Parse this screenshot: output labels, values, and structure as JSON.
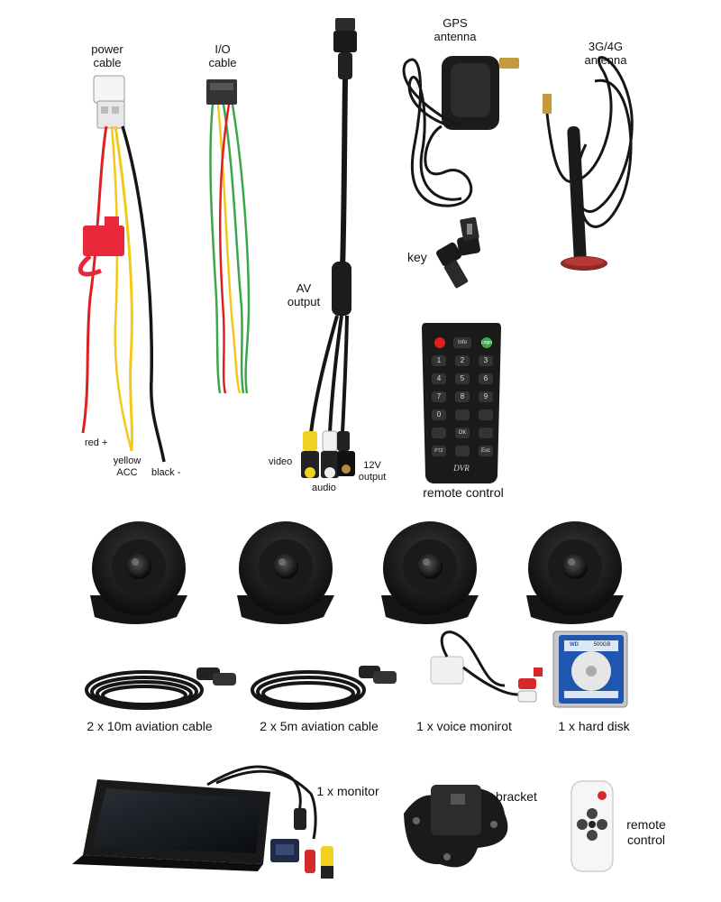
{
  "labels": {
    "power_cable_1": "power",
    "power_cable_2": "cable",
    "io_cable_1": "I/O",
    "io_cable_2": "cable",
    "gps_1": "GPS",
    "gps_2": "antenna",
    "lte_1": "3G/4G",
    "lte_2": "antenna",
    "red": "red +",
    "yellow_1": "yellow",
    "yellow_2": "ACC",
    "black": "black -",
    "av_1": "AV",
    "av_2": "output",
    "video": "video",
    "audio": "audio",
    "v12_1": "12V",
    "v12_2": "output",
    "key": "key",
    "remote": "remote control",
    "cable10": "2 x 10m aviation cable",
    "cable5": "2 x 5m aviation cable",
    "voice": "1 x voice monirot",
    "hdd": "1 x hard disk",
    "monitor": "1 x monitor",
    "bracket": "bracket",
    "remote2_1": "remote",
    "remote2_2": "control"
  },
  "remote_keys": {
    "info": "Info",
    "login": "Login",
    "n1": "1",
    "n2": "2",
    "n3": "3",
    "n4": "4",
    "n5": "5",
    "n6": "6",
    "n7": "7",
    "n8": "8",
    "n9": "9",
    "n0": "0",
    "ok": "OK",
    "ptz": "PTZ",
    "esc": "Esc",
    "brand": "DVR"
  },
  "hdd_label": {
    "brand": "WD",
    "capacity": "500GB"
  },
  "colors": {
    "black_cable": "#161616",
    "red_wire": "#e02020",
    "yellow_wire": "#f2c81a",
    "green_wire": "#3aa84a",
    "fuse_red": "#e8283a",
    "hdd_blue": "#1f56b0",
    "rca_red": "#d42a2a",
    "rca_yellow": "#f0d020"
  }
}
